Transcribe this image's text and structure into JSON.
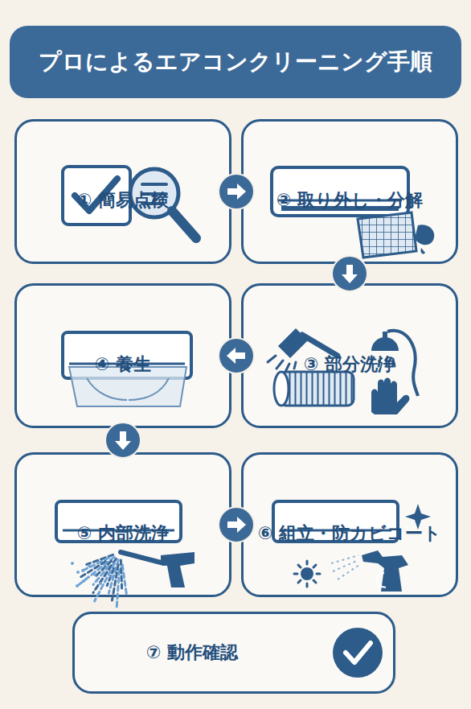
{
  "diagram": {
    "title": "プロによるエアコンクリーニング手順",
    "nodes": [
      {
        "text": [
          "① 簡易点検"
        ]
      },
      {
        "text": [
          "② 取り外し・分解"
        ]
      },
      {
        "text": [
          "③ 部分洗浄"
        ]
      },
      {
        "text": [
          "④ 養生"
        ]
      },
      {
        "text": [
          "⑤ 内部洗浄"
        ]
      },
      {
        "text": [
          "⑥ 組立・防カビコート"
        ]
      },
      {
        "text": [
          "⑦ 動作確認"
        ]
      }
    ],
    "edges": [
      {
        "from": 0,
        "to": 1,
        "arrow": "to"
      },
      {
        "from": 1,
        "to": 2,
        "arrow": "to"
      },
      {
        "from": 2,
        "to": 3,
        "arrow": "to"
      },
      {
        "from": 3,
        "to": 4,
        "arrow": "to"
      },
      {
        "from": 4,
        "to": 5,
        "arrow": "to"
      }
    ]
  }
}
